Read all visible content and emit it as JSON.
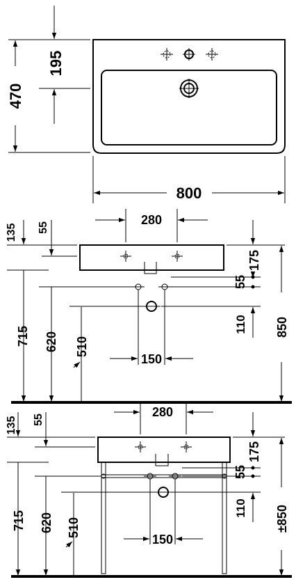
{
  "top_view": {
    "depth": "470",
    "tap_offset": "195",
    "width": "800"
  },
  "wall_view": {
    "tap_spacing": "280",
    "rim_depth": "135",
    "tap_drop": "55",
    "bowl_height": "175",
    "waste_offset": "55",
    "trap_offset": "110",
    "total_height": "850",
    "rim_height": "715",
    "tap_height": "620",
    "waste_height": "510",
    "waste_spacing": "150"
  },
  "stand_view": {
    "tap_spacing": "280",
    "rim_depth": "135",
    "tap_drop": "55",
    "bowl_height": "175",
    "waste_offset": "55",
    "trap_offset": "110",
    "total_height": "±850",
    "rim_height": "715",
    "tap_height": "620",
    "waste_height": "510",
    "waste_spacing": "150"
  }
}
